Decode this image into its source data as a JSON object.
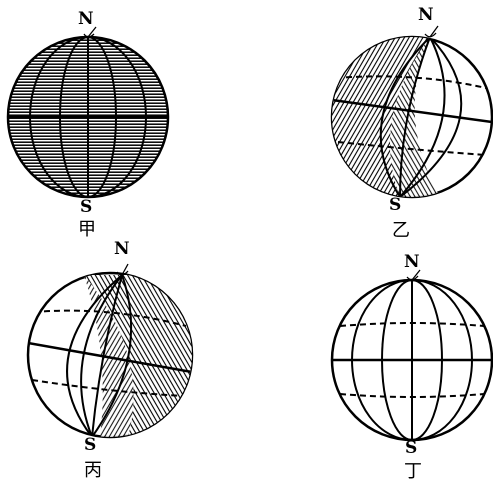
{
  "globes": [
    {
      "id": "jia",
      "north": "N",
      "south": "S",
      "caption": "甲"
    },
    {
      "id": "yi",
      "north": "N",
      "south": "S",
      "caption": "乙"
    },
    {
      "id": "bing",
      "north": "N",
      "south": "S",
      "caption": "丙"
    },
    {
      "id": "ding",
      "north": "N",
      "south": "S",
      "caption": "丁"
    }
  ],
  "colors": {
    "ink": "#000000",
    "paper": "#ffffff"
  }
}
